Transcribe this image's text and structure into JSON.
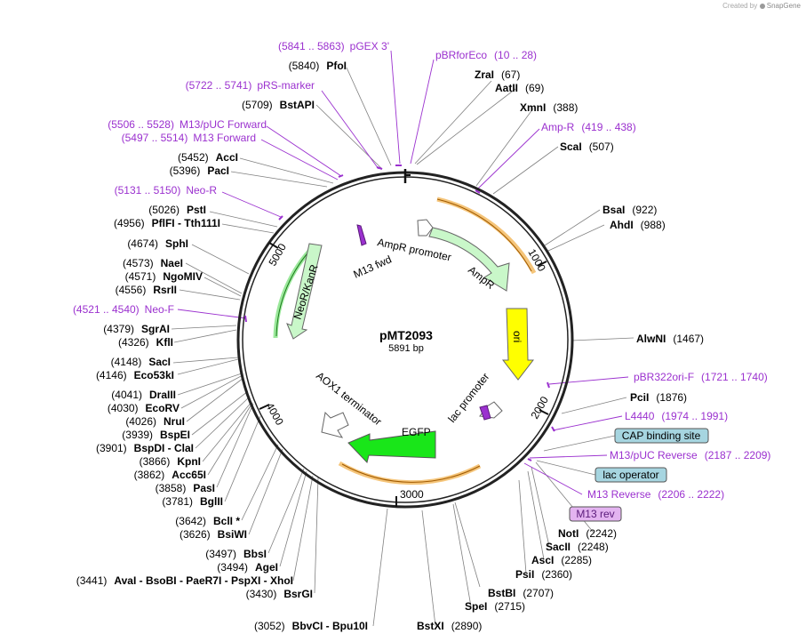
{
  "credit": {
    "prefix": "Created by",
    "brand": "SnapGene",
    "icon": "snapgene-logo-icon"
  },
  "plasmid": {
    "name": "pMT2093",
    "length": "5891 bp"
  },
  "ticks": [
    "1000",
    "2000",
    "3000",
    "4000",
    "5000"
  ],
  "features": [
    {
      "name": "AmpR promoter",
      "color": "#c9f7c9"
    },
    {
      "name": "AmpR",
      "color": "#c9f7c9"
    },
    {
      "name": "ori",
      "color": "#ffff00"
    },
    {
      "name": "lac promoter",
      "color": "#ffffff"
    },
    {
      "name": "EGFP",
      "color": "#19e619"
    },
    {
      "name": "AOX1 terminator",
      "color": "#ffffff"
    },
    {
      "name": "NeoR/KanR",
      "color": "#c9f7c9"
    },
    {
      "name": "M13 fwd",
      "color": "#9b31cf"
    },
    {
      "name": "CAP binding site",
      "color": "#a6d5e0"
    },
    {
      "name": "lac operator",
      "color": "#a6d5e0"
    },
    {
      "name": "M13 rev",
      "color": "#e3b3f0"
    }
  ],
  "sites": [
    {
      "name": "PfoI",
      "pos": "(5840)"
    },
    {
      "name": "BstAPI",
      "pos": "(5709)"
    },
    {
      "name": "AccI",
      "pos": "(5452)"
    },
    {
      "name": "PacI",
      "pos": "(5396)"
    },
    {
      "name": "PstI",
      "pos": "(5026)"
    },
    {
      "name": "PflFI  - Tth111I",
      "pos": "(4956)"
    },
    {
      "name": "SphI",
      "pos": "(4674)"
    },
    {
      "name": "NaeI",
      "pos": "(4573)"
    },
    {
      "name": "NgoMIV",
      "pos": "(4571)"
    },
    {
      "name": "RsrII",
      "pos": "(4556)"
    },
    {
      "name": "SgrAI",
      "pos": "(4379)"
    },
    {
      "name": "KflI",
      "pos": "(4326)"
    },
    {
      "name": "SacI",
      "pos": "(4148)"
    },
    {
      "name": "Eco53kI",
      "pos": "(4146)"
    },
    {
      "name": "DraIII",
      "pos": "(4041)"
    },
    {
      "name": "EcoRV",
      "pos": "(4030)"
    },
    {
      "name": "NruI",
      "pos": "(4026)"
    },
    {
      "name": "BspEI",
      "pos": "(3939)"
    },
    {
      "name": "BspDI  - ClaI",
      "pos": "(3901)"
    },
    {
      "name": "KpnI",
      "pos": "(3866)"
    },
    {
      "name": "Acc65I",
      "pos": "(3862)"
    },
    {
      "name": "PasI",
      "pos": "(3858)"
    },
    {
      "name": "BglII",
      "pos": "(3781)"
    },
    {
      "name": "BclI *",
      "pos": "(3642)"
    },
    {
      "name": "BsiWI",
      "pos": "(3626)"
    },
    {
      "name": "BbsI",
      "pos": "(3497)"
    },
    {
      "name": "AgeI",
      "pos": "(3494)"
    },
    {
      "name": "AvaI  - BsoBI  - PaeR7I  - PspXI  - XhoI",
      "pos": "(3441)"
    },
    {
      "name": "BsrGI",
      "pos": "(3430)"
    },
    {
      "name": "BbvCI  - Bpu10I",
      "pos": "(3052)"
    },
    {
      "name": "ZraI",
      "pos": "(67)"
    },
    {
      "name": "AatII",
      "pos": "(69)"
    },
    {
      "name": "XmnI",
      "pos": "(388)"
    },
    {
      "name": "ScaI",
      "pos": "(507)"
    },
    {
      "name": "BsaI",
      "pos": "(922)"
    },
    {
      "name": "AhdI",
      "pos": "(988)"
    },
    {
      "name": "AlwNI",
      "pos": "(1467)"
    },
    {
      "name": "PciI",
      "pos": "(1876)"
    },
    {
      "name": "NotI",
      "pos": "(2242)"
    },
    {
      "name": "SacII",
      "pos": "(2248)"
    },
    {
      "name": "AscI",
      "pos": "(2285)"
    },
    {
      "name": "PsiI",
      "pos": "(2360)"
    },
    {
      "name": "BstBI",
      "pos": "(2707)"
    },
    {
      "name": "SpeI",
      "pos": "(2715)"
    },
    {
      "name": "BstXI",
      "pos": "(2890)"
    }
  ],
  "primers": [
    {
      "name": "pGEX 3'",
      "pos": "(5841 .. 5863)"
    },
    {
      "name": "pRS-marker",
      "pos": "(5722 .. 5741)"
    },
    {
      "name": "M13/pUC Forward",
      "pos": "(5506 .. 5528)"
    },
    {
      "name": "M13 Forward",
      "pos": "(5497 .. 5514)"
    },
    {
      "name": "Neo-R",
      "pos": "(5131 .. 5150)"
    },
    {
      "name": "Neo-F",
      "pos": "(4521 .. 4540)"
    },
    {
      "name": "pBRforEco",
      "pos": "(10 .. 28)"
    },
    {
      "name": "Amp-R",
      "pos": "(419 .. 438)"
    },
    {
      "name": "pBR322ori-F",
      "pos": "(1721 .. 1740)"
    },
    {
      "name": "L4440",
      "pos": "(1974 .. 1991)"
    },
    {
      "name": "M13/pUC Reverse",
      "pos": "(2187 .. 2209)"
    },
    {
      "name": "M13 Reverse",
      "pos": "(2206 .. 2222)"
    }
  ]
}
